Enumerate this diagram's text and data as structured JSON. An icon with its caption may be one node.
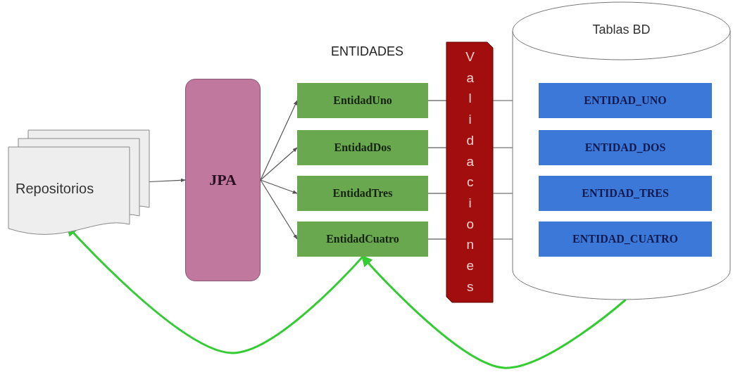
{
  "diagram": {
    "nodes": [
      {
        "text": [
          "Repositorios"
        ]
      },
      {
        "text": [
          "JPA"
        ]
      },
      {
        "text": [
          "EntidadUno"
        ]
      },
      {
        "text": [
          "EntidadDos"
        ]
      },
      {
        "text": [
          "EntidadTres"
        ]
      },
      {
        "text": [
          "EntidadCuatro"
        ]
      },
      {
        "text": [
          "Validaciones"
        ]
      },
      {
        "text": [
          "Tablas BD"
        ]
      },
      {
        "text": [
          "ENTIDAD_UNO"
        ],
        "in": 7
      },
      {
        "text": [
          "ENTIDAD_DOS"
        ],
        "in": 7
      },
      {
        "text": [
          "ENTIDAD_TRES"
        ],
        "in": 7
      },
      {
        "text": [
          "ENTIDAD_CUATRO"
        ],
        "in": 7
      }
    ],
    "edges": [
      {
        "from": 0,
        "to": 1,
        "arrow": "to"
      },
      {
        "from": 1,
        "to": 2,
        "arrow": "to"
      },
      {
        "from": 1,
        "to": 3,
        "arrow": "to"
      },
      {
        "from": 1,
        "to": 4,
        "arrow": "to"
      },
      {
        "from": 1,
        "to": 5,
        "arrow": "to"
      },
      {
        "from": 2,
        "to": 6,
        "arrow": "none"
      },
      {
        "from": 3,
        "to": 6,
        "arrow": "none"
      },
      {
        "from": 4,
        "to": 6,
        "arrow": "none"
      },
      {
        "from": 5,
        "to": 6,
        "arrow": "none"
      },
      {
        "from": 6,
        "to": 8,
        "arrow": "to"
      },
      {
        "from": 6,
        "to": 9,
        "arrow": "to"
      },
      {
        "from": 6,
        "to": 10,
        "arrow": "to"
      },
      {
        "from": 6,
        "to": 11,
        "arrow": "to"
      },
      {
        "from": 5,
        "to": 0,
        "arrow": "to",
        "style": "thick",
        "color": "#33cc33"
      },
      {
        "from": 7,
        "to": 5,
        "arrow": "to",
        "style": "thick",
        "color": "#33cc33"
      }
    ],
    "labels": [
      "ENTIDADES"
    ]
  }
}
